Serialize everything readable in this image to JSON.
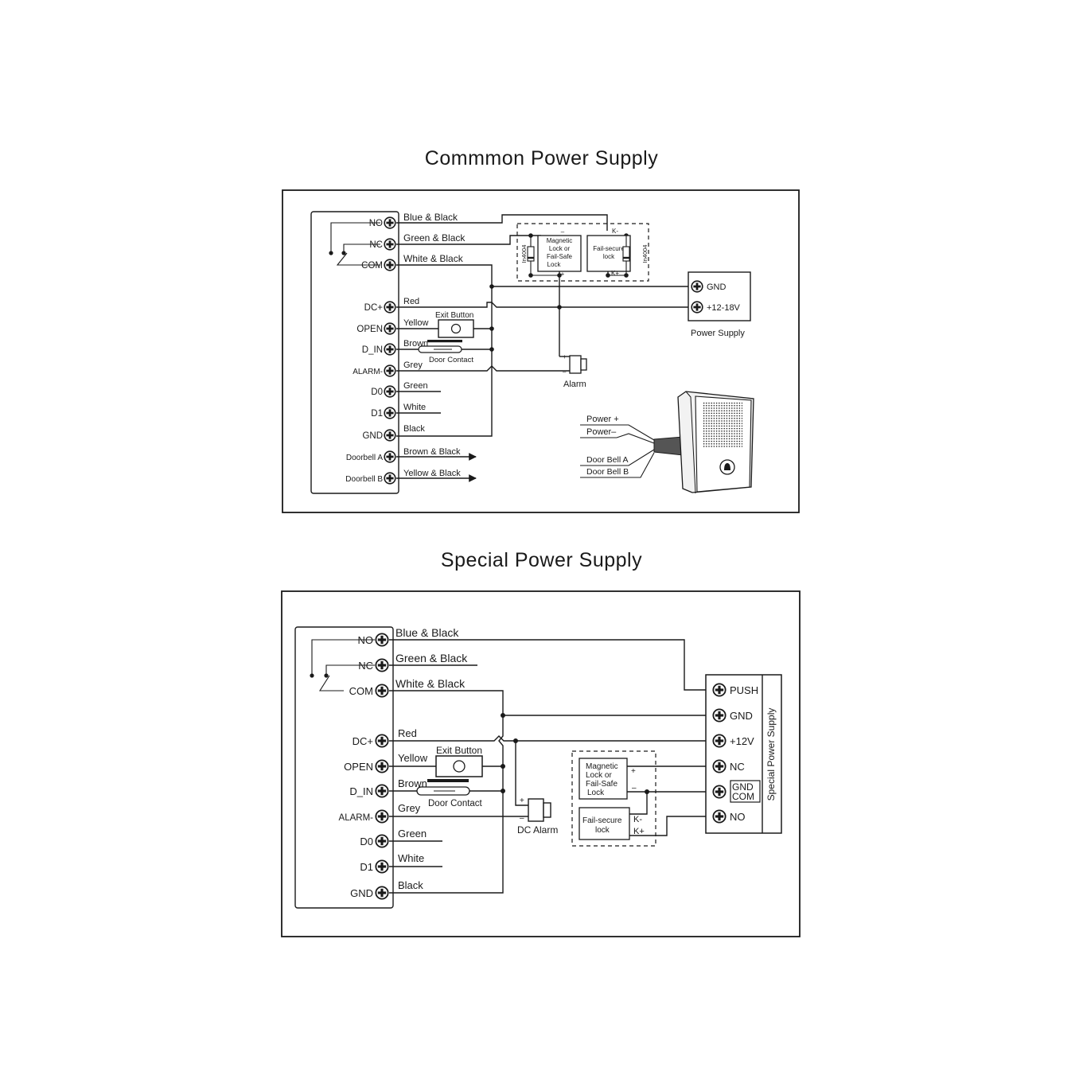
{
  "titles": {
    "common": "Commmon Power Supply",
    "special": "Special Power Supply"
  },
  "common": {
    "terminals": [
      "NO",
      "NC",
      "COM",
      "DC+",
      "OPEN",
      "D_IN",
      "ALARM-",
      "D0",
      "D1",
      "GND",
      "Doorbell A",
      "Doorbell B"
    ],
    "wires": [
      "Blue & Black",
      "Green & Black",
      "White & Black",
      "Red",
      "Yellow",
      "Brown",
      "Grey",
      "Green",
      "White",
      "Black",
      "Brown & Black",
      "Yellow & Black"
    ],
    "exit_button": "Exit Button",
    "door_contact": "Door Contact",
    "alarm": "Alarm",
    "alarm_plus": "+",
    "alarm_minus": "–",
    "lock1": [
      "Magnetic",
      "Lock or",
      "Fail-Safe",
      "Lock"
    ],
    "lock2": [
      "Fail-secure",
      "lock"
    ],
    "diode": "In4004",
    "lock1_minus": "–",
    "lock1_plus": "+",
    "k_minus": "K-",
    "k_plus": "K+",
    "psu_gnd": "GND",
    "psu_v": "+12-18V",
    "psu_label": "Power Supply",
    "bell_power_plus": "Power +",
    "bell_power_minus": "Power–",
    "bell_a": "Door Bell  A",
    "bell_b": "Door Bell  B"
  },
  "special": {
    "terminals": [
      "NO",
      "NC",
      "COM",
      "DC+",
      "OPEN",
      "D_IN",
      "ALARM-",
      "D0",
      "D1",
      "GND"
    ],
    "wires": [
      "Blue & Black",
      "Green & Black",
      "White & Black",
      "Red",
      "Yellow",
      "Brown",
      "Grey",
      "Green",
      "White",
      "Black"
    ],
    "exit_button": "Exit Button",
    "door_contact": "Door Contact",
    "alarm": "DC Alarm",
    "alarm_plus": "+",
    "alarm_minus": "–",
    "lock1": [
      "Magnetic",
      "Lock or",
      "Fail-Safe",
      "Lock"
    ],
    "lock2": [
      "Fail-secure",
      "lock"
    ],
    "lock1_plus": "+",
    "lock1_minus": "–",
    "k_minus": "K-",
    "k_plus": "K+",
    "psu_terminals": [
      "PUSH",
      "GND",
      "+12V",
      "NC",
      "GND",
      "COM",
      "NO"
    ],
    "psu_label": "Special Power Supply"
  }
}
